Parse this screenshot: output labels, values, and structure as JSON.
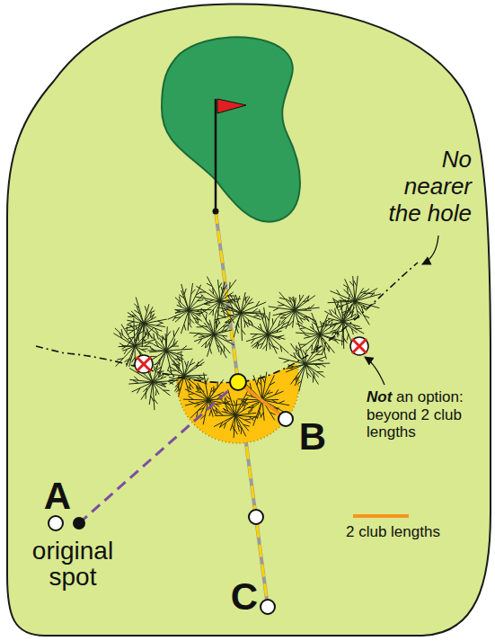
{
  "diagram": {
    "labels": [
      "No nearer the hole",
      "Not an option: beyond 2 club lengths",
      "A",
      "original spot",
      "B",
      "C"
    ],
    "legend": [
      {
        "text": "2 club lengths"
      }
    ]
  }
}
